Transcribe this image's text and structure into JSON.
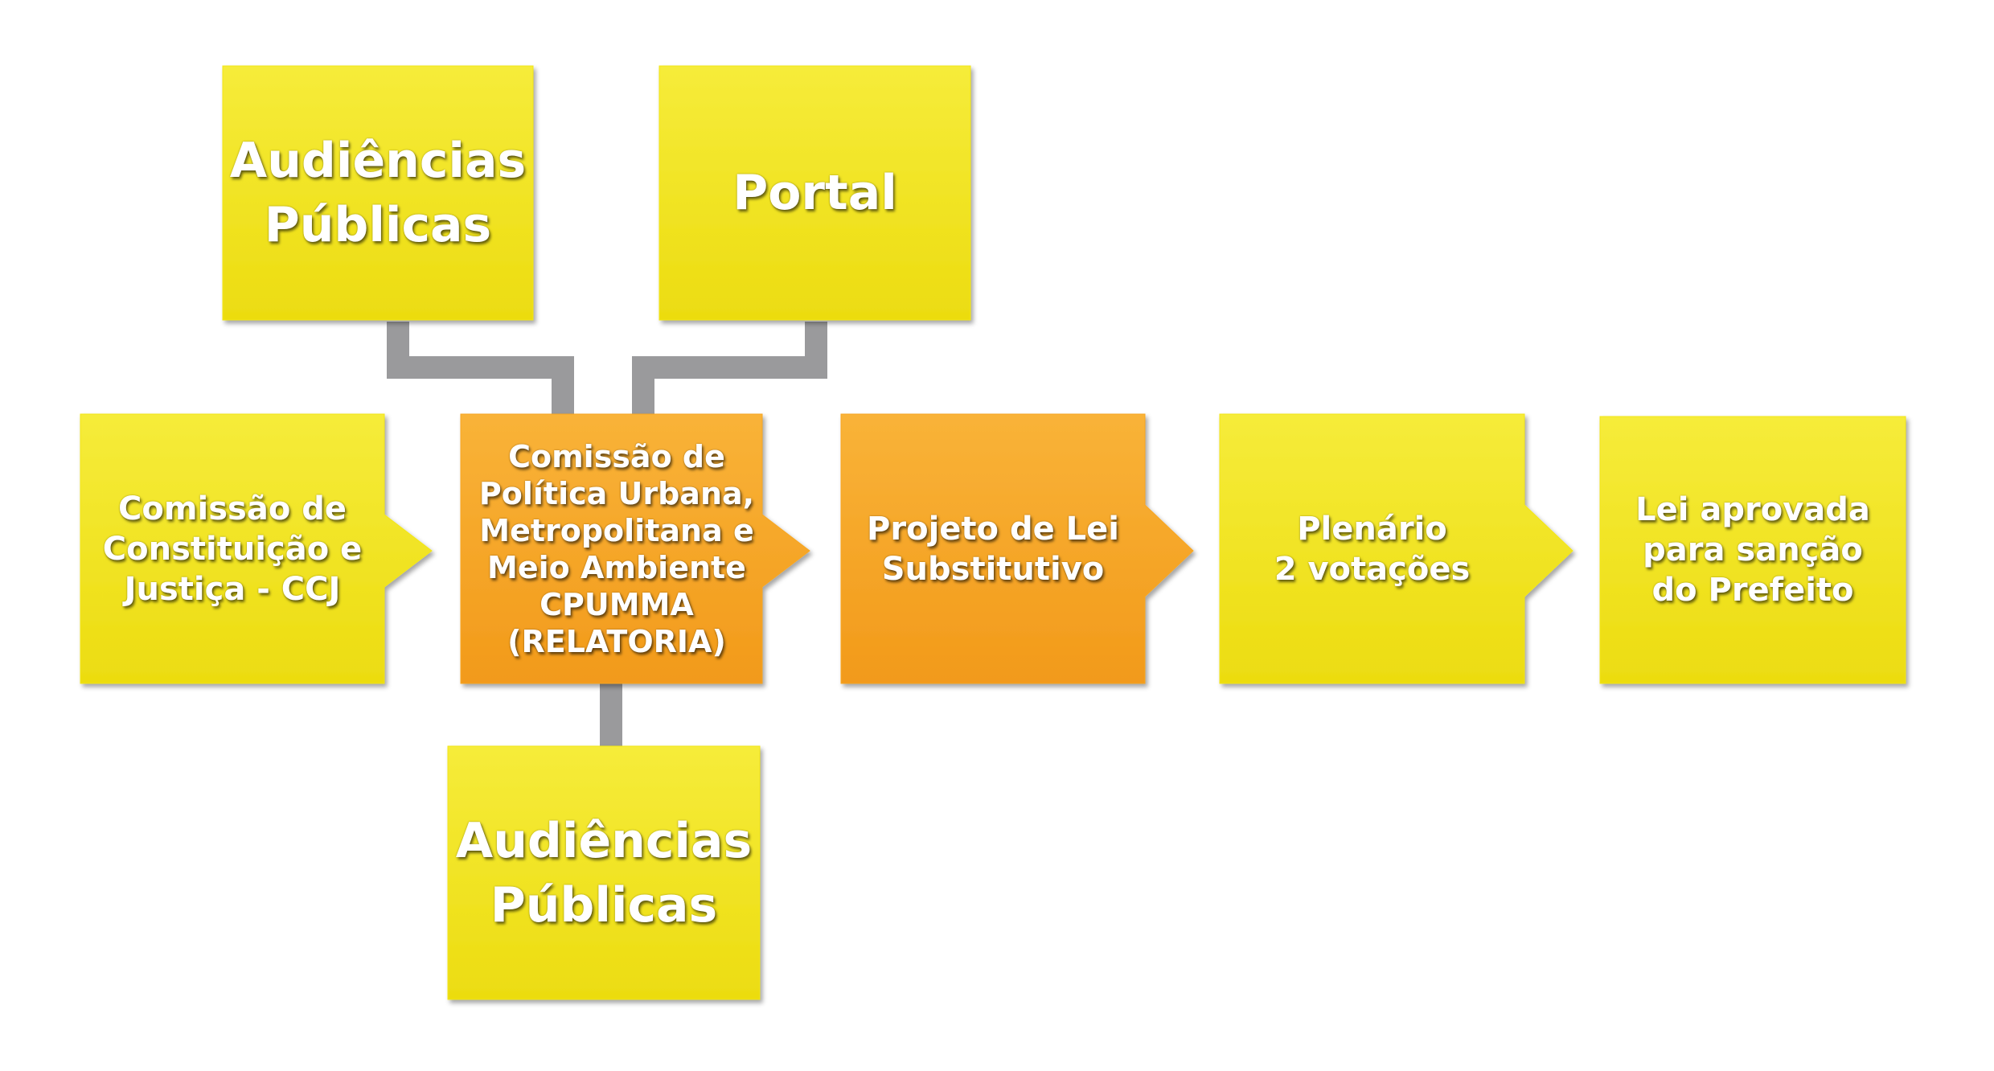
{
  "colors": {
    "yellow": "#f2e617",
    "orange": "#f7a623",
    "connector": "#9a9a9c"
  },
  "nodes": {
    "audiencias_top": {
      "label": "Audiências\nPúblicas",
      "fill": "yellow"
    },
    "portal": {
      "label": "Portal",
      "fill": "yellow"
    },
    "ccj": {
      "label": "Comissão de\nConstituição e\nJustiça - CCJ",
      "fill": "yellow"
    },
    "cpumma": {
      "label": "Comissão de\nPolítica Urbana,\nMetropolitana e\nMeio Ambiente\nCPUMMA\n(RELATORIA)",
      "fill": "orange"
    },
    "substitutivo": {
      "label": "Projeto de Lei\nSubstitutivo",
      "fill": "orange"
    },
    "plenario": {
      "label": "Plenário\n2 votações",
      "fill": "yellow"
    },
    "lei": {
      "label": "Lei aprovada\npara sanção\ndo Prefeito",
      "fill": "yellow"
    },
    "audiencias_bottom": {
      "label": "Audiências\nPúblicas",
      "fill": "yellow"
    }
  }
}
